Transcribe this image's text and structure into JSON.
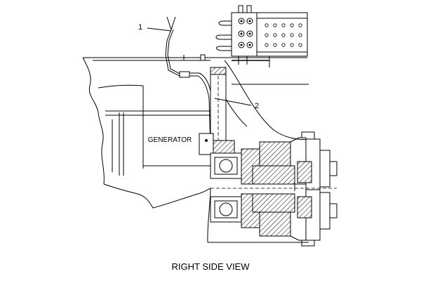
{
  "view_caption": "RIGHT SIDE VIEW",
  "component_label": "GENERATOR",
  "callouts": [
    {
      "number": "1"
    },
    {
      "number": "2"
    }
  ]
}
